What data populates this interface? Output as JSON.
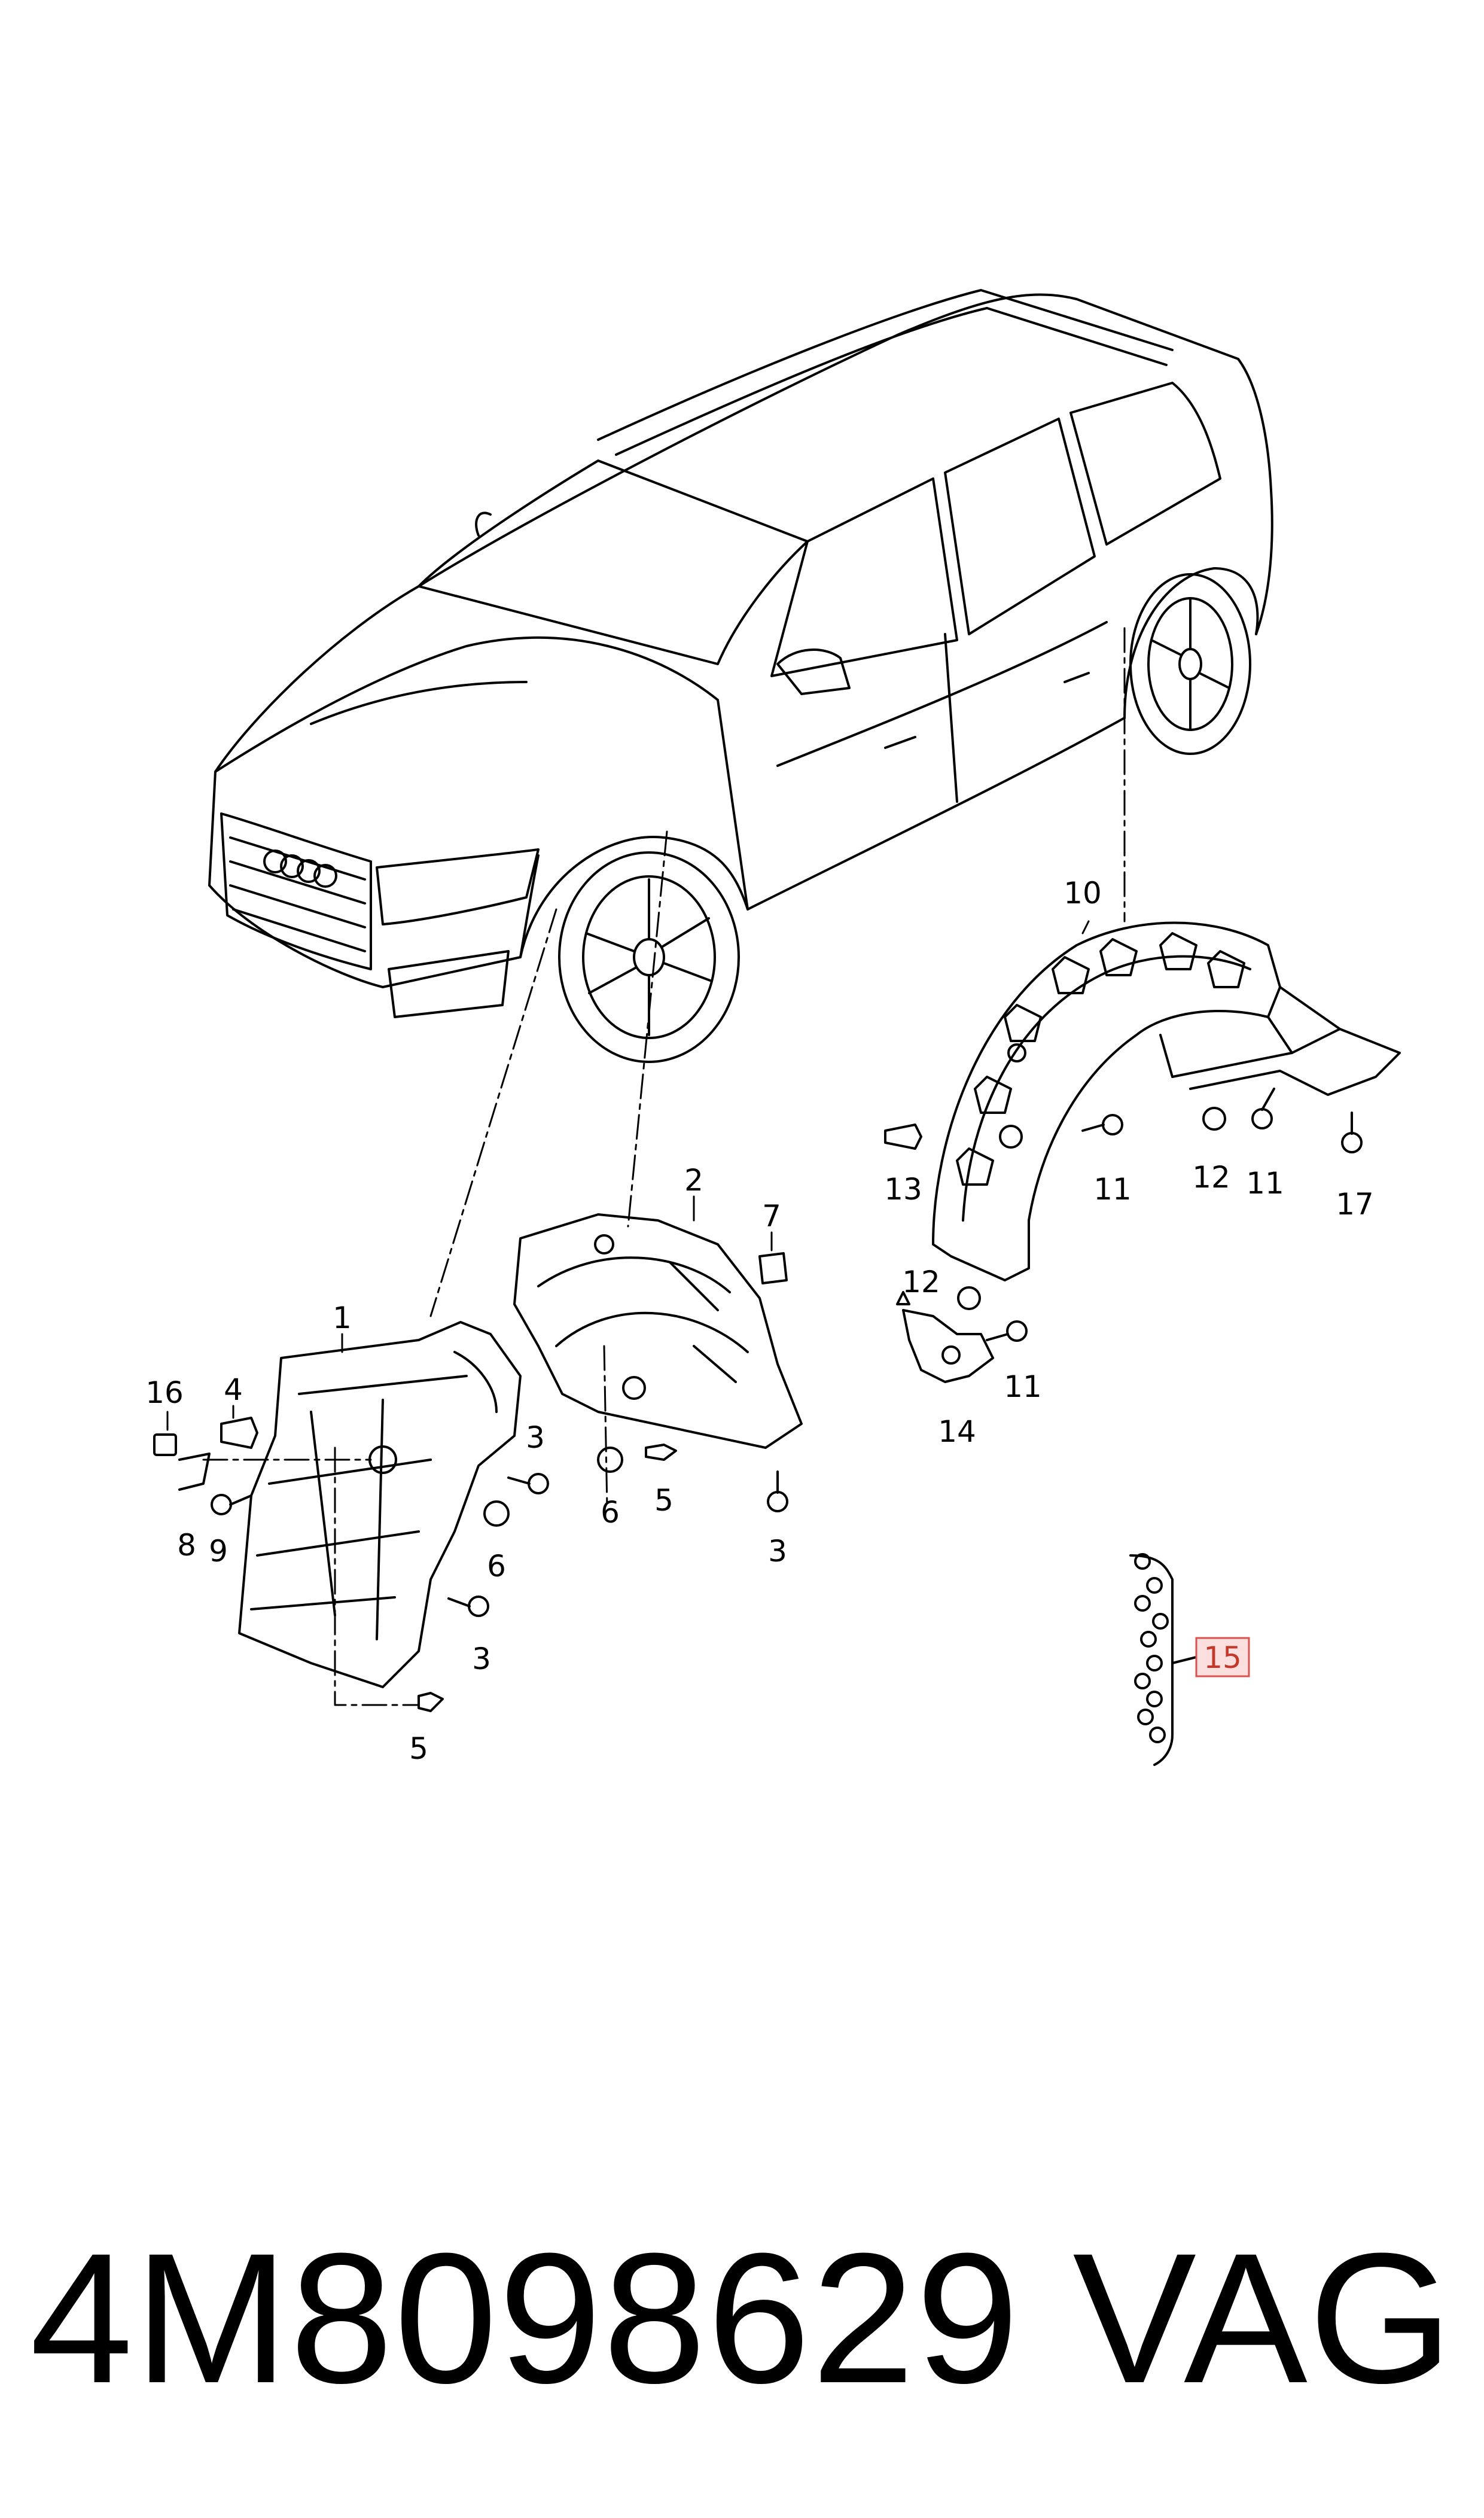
{
  "callouts": [
    {
      "id": "c1a",
      "text": "1"
    },
    {
      "id": "c2a",
      "text": "2"
    },
    {
      "id": "c3a",
      "text": "3"
    },
    {
      "id": "c3b",
      "text": "3"
    },
    {
      "id": "c3c",
      "text": "3"
    },
    {
      "id": "c4a",
      "text": "4"
    },
    {
      "id": "c5a",
      "text": "5"
    },
    {
      "id": "c5b",
      "text": "5"
    },
    {
      "id": "c6a",
      "text": "6"
    },
    {
      "id": "c6b",
      "text": "6"
    },
    {
      "id": "c7a",
      "text": "7"
    },
    {
      "id": "c8a",
      "text": "8"
    },
    {
      "id": "c9a",
      "text": "9"
    },
    {
      "id": "c10a",
      "text": "10"
    },
    {
      "id": "c11a",
      "text": "11"
    },
    {
      "id": "c11b",
      "text": "11"
    },
    {
      "id": "c11c",
      "text": "11"
    },
    {
      "id": "c12a",
      "text": "12"
    },
    {
      "id": "c12b",
      "text": "12"
    },
    {
      "id": "c13a",
      "text": "13"
    },
    {
      "id": "c14a",
      "text": "14"
    },
    {
      "id": "c15a",
      "text": "15"
    },
    {
      "id": "c16a",
      "text": "16"
    },
    {
      "id": "c17a",
      "text": "17"
    }
  ],
  "footer": {
    "part_number": "4M8098629",
    "brand": "VAG"
  },
  "colors": {
    "line": "#000000",
    "highlight_fill": "#fbdede",
    "highlight_stroke": "#d9534f",
    "highlight_text": "#c0392b"
  }
}
